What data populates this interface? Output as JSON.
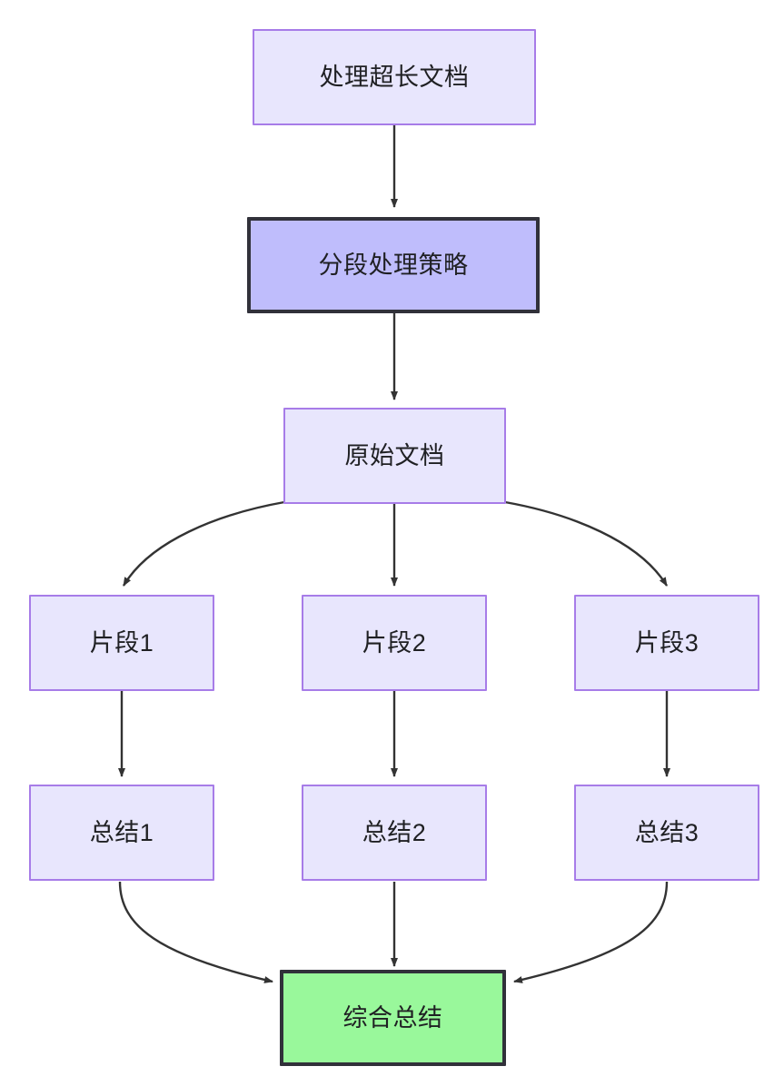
{
  "diagram": {
    "type": "flowchart",
    "direction": "top-to-bottom",
    "background_color": "#ffffff",
    "palette": {
      "node_fill": "#e8e6fd",
      "node_border": "#a77ce8",
      "strategy_fill": "#bfbdfc",
      "strategy_border": "#31313a",
      "final_fill": "#99f89b",
      "final_border": "#31313a",
      "edge_color": "#333333",
      "text_color": "#1f2023"
    },
    "nodes": [
      {
        "id": "doc",
        "label": "处理超长文档",
        "style": "plain"
      },
      {
        "id": "strategy",
        "label": "分段处理策略",
        "style": "strategy"
      },
      {
        "id": "source",
        "label": "原始文档",
        "style": "plain"
      },
      {
        "id": "chunk1",
        "label": "片段1",
        "style": "plain"
      },
      {
        "id": "chunk2",
        "label": "片段2",
        "style": "plain"
      },
      {
        "id": "chunk3",
        "label": "片段3",
        "style": "plain"
      },
      {
        "id": "sum1",
        "label": "总结1",
        "style": "plain"
      },
      {
        "id": "sum2",
        "label": "总结2",
        "style": "plain"
      },
      {
        "id": "sum3",
        "label": "总结3",
        "style": "plain"
      },
      {
        "id": "final",
        "label": "综合总结",
        "style": "final"
      }
    ],
    "edges": [
      {
        "from": "doc",
        "to": "strategy",
        "shape": "straight"
      },
      {
        "from": "strategy",
        "to": "source",
        "shape": "straight"
      },
      {
        "from": "source",
        "to": "chunk1",
        "shape": "curved"
      },
      {
        "from": "source",
        "to": "chunk2",
        "shape": "straight"
      },
      {
        "from": "source",
        "to": "chunk3",
        "shape": "curved"
      },
      {
        "from": "chunk1",
        "to": "sum1",
        "shape": "straight"
      },
      {
        "from": "chunk2",
        "to": "sum2",
        "shape": "straight"
      },
      {
        "from": "chunk3",
        "to": "sum3",
        "shape": "straight"
      },
      {
        "from": "sum1",
        "to": "final",
        "shape": "curved"
      },
      {
        "from": "sum2",
        "to": "final",
        "shape": "straight"
      },
      {
        "from": "sum3",
        "to": "final",
        "shape": "curved"
      }
    ]
  }
}
